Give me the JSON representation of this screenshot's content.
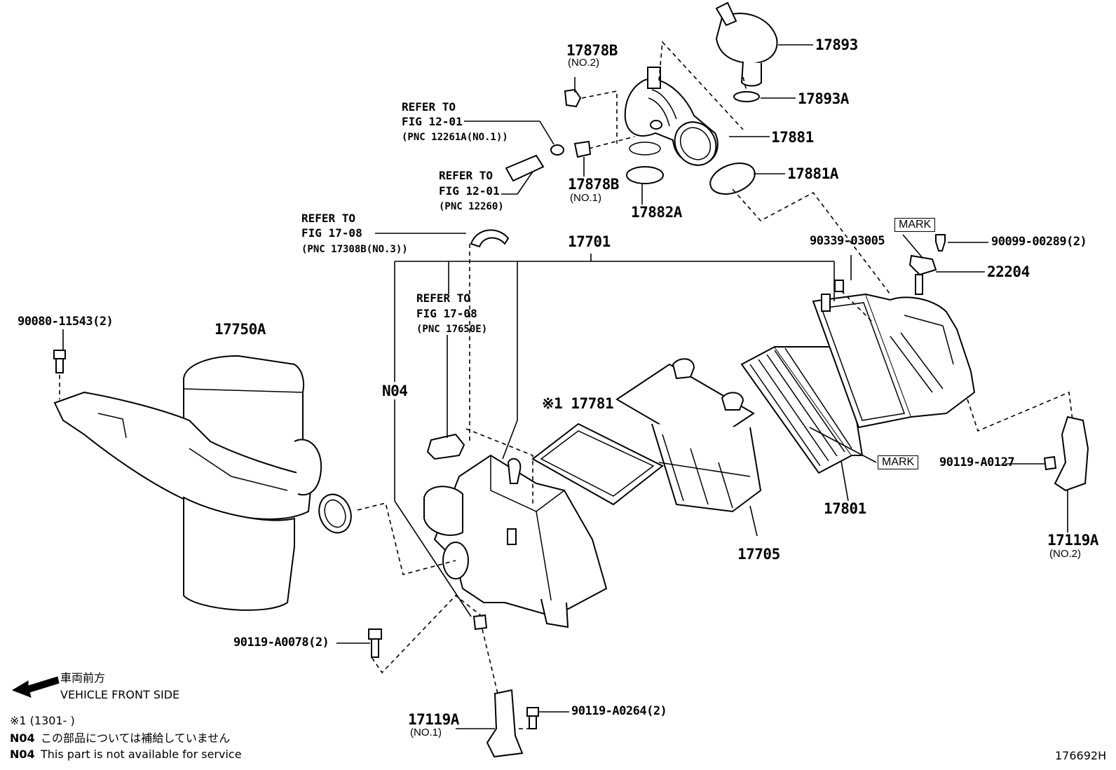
{
  "labels": {
    "p17893": "17893",
    "p17893A": "17893A",
    "p17878B_no2": "17878B",
    "no2_a": "(NO.2)",
    "p17881": "17881",
    "p17881A": "17881A",
    "p17878B_no1": "17878B",
    "no1_a": "(NO.1)",
    "p17882A": "17882A",
    "ref1_l1": "REFER TO",
    "ref1_l2": "FIG 12-01",
    "ref1_l3": "(PNC 12261A(NO.1))",
    "ref2_l1": "REFER TO",
    "ref2_l2": "FIG 12-01",
    "ref2_l3": "(PNC 12260)",
    "ref3_l1": "REFER TO",
    "ref3_l2": "FIG 17-08",
    "ref3_l3": "(PNC 17308B(NO.3))",
    "ref4_l1": "REFER TO",
    "ref4_l2": "FIG 17-08",
    "ref4_l3": "(PNC 17650E)",
    "p17701": "17701",
    "p90339": "90339-03005",
    "mark_top": "MARK",
    "p90099": "90099-00289(2)",
    "p22204": "22204",
    "p90080": "90080-11543(2)",
    "p17750A": "17750A",
    "n04_tag": "N04",
    "p17781": "※1 17781",
    "mark_bottom": "MARK",
    "p90119_0127": "90119-A0127",
    "p17801": "17801",
    "p17705": "17705",
    "p17119A_no2": "17119A",
    "no2_b": "(NO.2)",
    "p90119_0078": "90119-A0078(2)",
    "p17119A_no1": "17119A",
    "no1_b": "(NO.1)",
    "p90119_0264": "90119-A0264(2)",
    "front_jp": "車両前方",
    "front_en": "VEHICLE FRONT SIDE",
    "note1": "※1 (1301-      )",
    "n04_code_jp": "N04",
    "n04_jp": "この部品については補給していません",
    "n04_code_en": "N04",
    "n04_en": "This part is not available for service",
    "fig_id": "176692H"
  }
}
